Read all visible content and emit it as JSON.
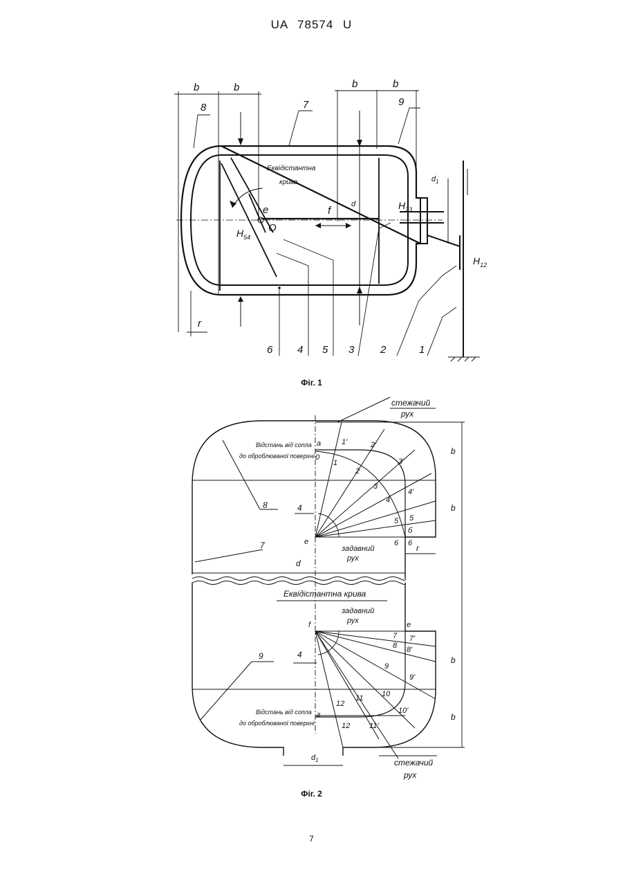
{
  "header": {
    "doc_code": "UA   78574   U"
  },
  "figure1": {
    "caption": "Фіг. 1",
    "dim_b": "b",
    "dim_r": "r",
    "dim_d": "d",
    "dim_d1": "d",
    "dim_d1_sub": "1",
    "label_equidistant": "Еквідістантна",
    "label_curve": "крива",
    "pt_e": "e",
    "pt_f": "f",
    "pt_O": "O",
    "h54": "H",
    "h54_sub": "54",
    "h23": "H",
    "h23_sub": "23",
    "h12": "H",
    "h12_sub": "12",
    "callouts": [
      "1",
      "2",
      "3",
      "4",
      "5",
      "6",
      "7",
      "8",
      "9"
    ]
  },
  "figure2": {
    "caption": "Фіг. 2",
    "upper_moving_motion_1": "стежачий",
    "upper_moving_motion_2": "рух",
    "dist_label_1": "Відстань від сопла",
    "dist_label_2": "до оброблюваної поверхні",
    "pt_a": "a",
    "pt_0": "0",
    "pt_e": "е",
    "pt_f": "f",
    "pt_g": "г",
    "pt_e2": "е",
    "given_motion_1": "задавний",
    "given_motion_2": "рух",
    "given_motion_lower_1": "задавний",
    "given_motion_lower_2": "рух",
    "equidistant_curve": "Еквідістантна крива",
    "dim_d": "d",
    "dim_r": "r",
    "dim_b": "b",
    "dim_d1": "d",
    "dim_d1_sub": "1",
    "lower_moving_motion_1": "стежачий",
    "lower_moving_motion_2": "рух",
    "callout_4": "4",
    "callout_7": "7",
    "callout_8": "8",
    "callout_9": "9",
    "upper_numbers": [
      "0",
      "1",
      "2",
      "3",
      "4",
      "5",
      "6"
    ],
    "upper_numbers_prime": [
      "1'",
      "2'",
      "3'",
      "4'",
      "5",
      "б",
      "6"
    ],
    "lower_numbers": [
      "7",
      "8",
      "9",
      "10",
      "11",
      "12"
    ],
    "lower_numbers_prime": [
      "7'",
      "8'",
      "9'",
      "10'",
      "11'",
      "12"
    ]
  },
  "page_number": "7"
}
